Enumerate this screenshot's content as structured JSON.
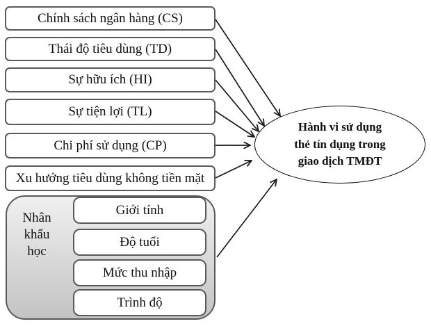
{
  "factors": [
    {
      "label": "Chính sách ngân hàng (CS)"
    },
    {
      "label": "Thái độ tiêu dùng (TD)"
    },
    {
      "label": "Sự hữu ích (HI)"
    },
    {
      "label": "Sự tiện lợi (TL)"
    },
    {
      "label": "Chi phí sử dụng (CP)"
    },
    {
      "label": "Xu hướng tiêu dùng không tiền mặt"
    }
  ],
  "demographics": {
    "label_lines": [
      "Nhân",
      "khẩu",
      "học"
    ],
    "items": [
      "Giới tính",
      "Độ tuổi",
      "Mức thu nhập",
      "Trình độ"
    ]
  },
  "outcome": {
    "lines": [
      "Hành vi sử dụng",
      "thẻ tín dụng trong",
      "giao dịch TMĐT"
    ]
  },
  "colors": {
    "ink": "#111111",
    "arrow": "#1a1a1a",
    "box-border": "#595959",
    "group-grad-top": "#f0f0f0",
    "group-grad-bottom": "#c3c3c3",
    "box-bg": "#ffffff"
  }
}
